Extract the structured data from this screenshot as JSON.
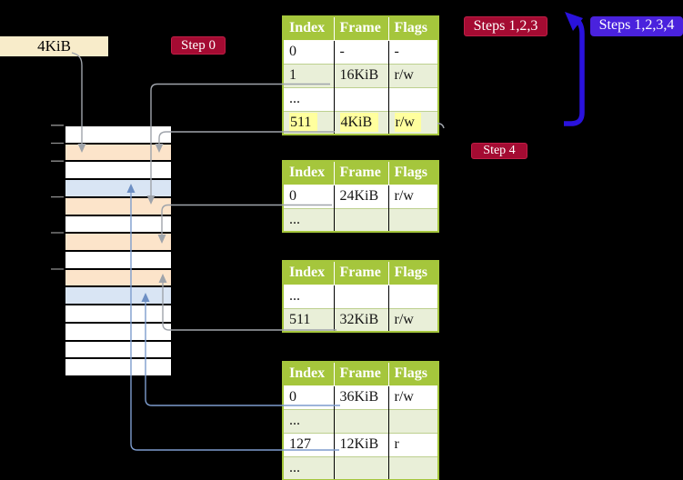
{
  "labels": {
    "frame_box": "4KiB",
    "step0": "Step 0",
    "steps123": "Steps 1,2,3",
    "steps1234": "Steps 1,2,3,4",
    "step4": "Step 4"
  },
  "colors": {
    "badge_red": "#a40b32",
    "badge_blue_violet": "#4a22dd",
    "arrow_blue": "#2a12dd",
    "table_header_olive": "#a5c63c",
    "table_row_light_green": "#e9efd8",
    "highlight_yellow": "#ffff9e",
    "frame_label_cream": "#f8ecca",
    "memory_frame_peach": "#fce4ca",
    "memory_frame_blue": "#d9e5f4",
    "connector_gray": "#9fa4ab",
    "connector_steel_blue": "#7d9cce"
  },
  "memory": {
    "rows": [
      "white",
      "peach",
      "white",
      "blue",
      "peach",
      "white",
      "peach",
      "white",
      "peach",
      "blue",
      "white",
      "white",
      "white",
      "white"
    ]
  },
  "tables": [
    {
      "id": "level-4-table",
      "headers": [
        "Index",
        "Frame",
        "Flags"
      ],
      "rows": [
        [
          "0",
          "-",
          "-"
        ],
        [
          "1",
          "16KiB",
          "r/w"
        ],
        [
          "...",
          "",
          ""
        ],
        [
          "511",
          "4KiB",
          "r/w"
        ]
      ],
      "highlight_row": 3
    },
    {
      "id": "level-3-table",
      "headers": [
        "Index",
        "Frame",
        "Flags"
      ],
      "rows": [
        [
          "0",
          "24KiB",
          "r/w"
        ],
        [
          "...",
          "",
          ""
        ]
      ],
      "highlight_row": null
    },
    {
      "id": "level-2-table",
      "headers": [
        "Index",
        "Frame",
        "Flags"
      ],
      "rows": [
        [
          "...",
          "",
          ""
        ],
        [
          "511",
          "32KiB",
          "r/w"
        ]
      ],
      "highlight_row": null
    },
    {
      "id": "level-1-table",
      "headers": [
        "Index",
        "Frame",
        "Flags"
      ],
      "rows": [
        [
          "0",
          "36KiB",
          "r/w"
        ],
        [
          "...",
          "",
          ""
        ],
        [
          "127",
          "12KiB",
          "r"
        ],
        [
          "...",
          "",
          ""
        ]
      ],
      "highlight_row": null
    }
  ]
}
